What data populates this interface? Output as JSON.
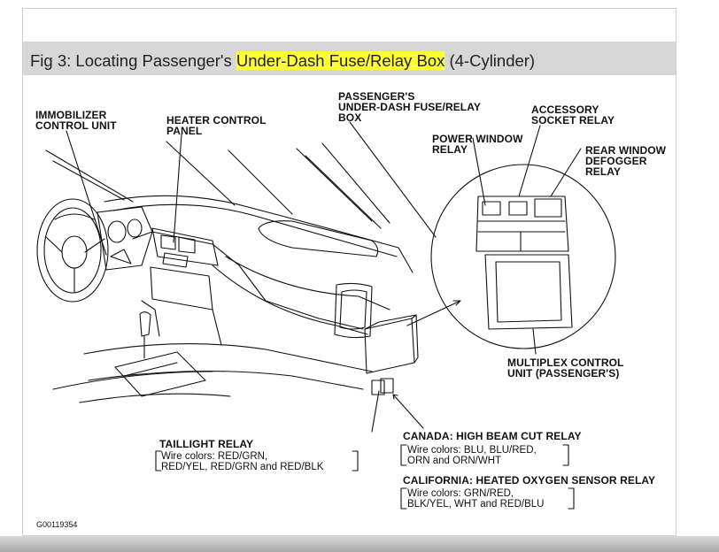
{
  "figure": {
    "caption_prefix": "Fig 3: Locating Passenger's ",
    "caption_highlight": "Under-Dash Fuse/Relay Box",
    "caption_suffix": " (4-Cylinder)",
    "highlight_color": "#ffff33"
  },
  "labels": {
    "immobilizer": "IMMOBILIZER\nCONTROL UNIT",
    "heater_panel": "HEATER CONTROL\nPANEL",
    "fuse_box": "PASSENGER'S\nUNDER-DASH FUSE/RELAY\nBOX",
    "power_window": "POWER WINDOW\nRELAY",
    "accessory_socket": "ACCESSORY\nSOCKET RELAY",
    "rear_defogger": "REAR WINDOW\nDEFOGGER\nRELAY",
    "multiplex": "MULTIPLEX CONTROL\nUNIT (PASSENGER'S)",
    "taillight": "TAILLIGHT RELAY",
    "taillight_wires": "Wire colors: RED/GRN,\nRED/YEL, RED/GRN and RED/BLK",
    "canada": "CANADA: HIGH BEAM CUT RELAY",
    "canada_wires": "Wire colors: BLU, BLU/RED,\nORN and ORN/WHT",
    "california": "CALIFORNIA: HEATED OXYGEN SENSOR RELAY",
    "california_wires": "Wire colors: GRN/RED,\nBLK/YEL, WHT and RED/BLU"
  },
  "figure_code": "G00119354"
}
